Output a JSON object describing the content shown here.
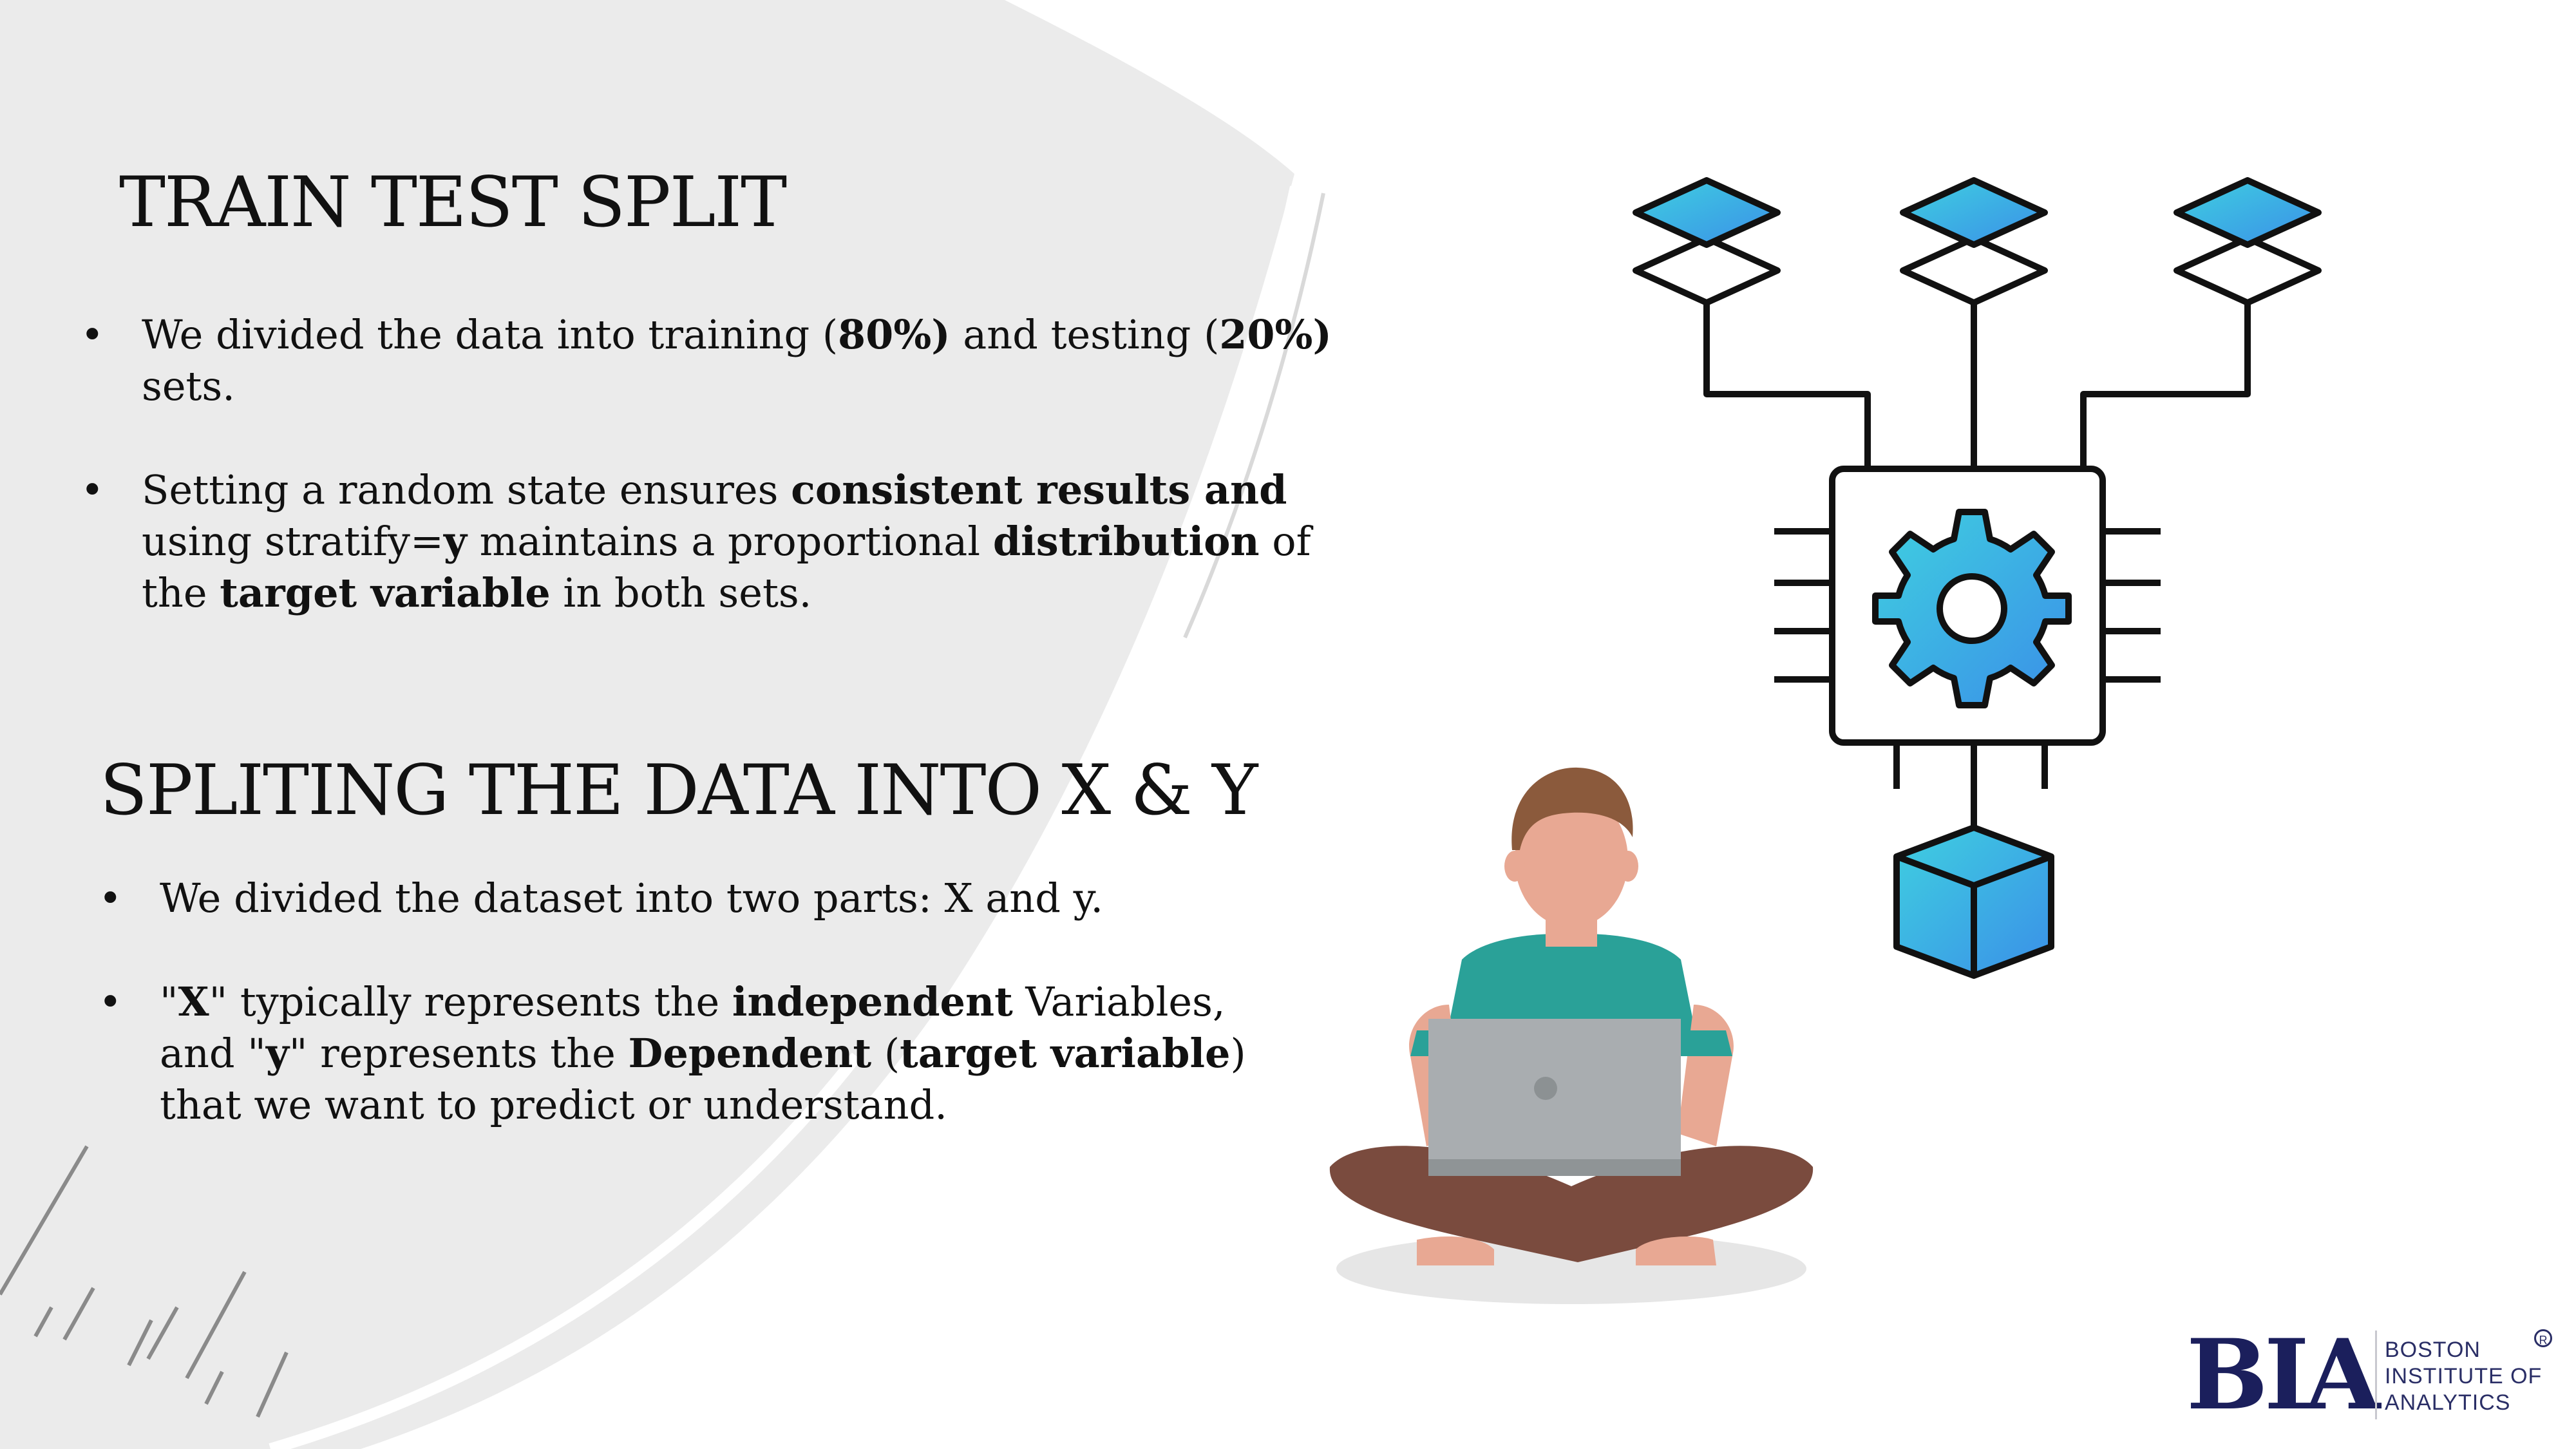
{
  "section1": {
    "title": "TRAIN TEST SPLIT",
    "bullet1": {
      "t1": "We divided the data into training (",
      "b1": "80%)",
      "t2": " and testing (",
      "b2": "20%)",
      "t3": " sets."
    },
    "bullet2": {
      "t1": "Setting a random state ensures ",
      "b1": "consistent results and",
      "t2": " using stratify=",
      "b2": "y",
      "t3": " maintains a proportional ",
      "b3": "distribution",
      "t4": " of the ",
      "b4": "target variable",
      "t5": " in both sets."
    }
  },
  "section2": {
    "title": "SPLITING THE DATA INTO X & Y",
    "bullet1": {
      "t1": "We divided the dataset into two parts: X and y."
    },
    "bullet2": {
      "t1": "\"",
      "b1": "X",
      "t2": "\" typically represents the ",
      "b2": "independent",
      "t3": " Variables, and \"",
      "b3": "y",
      "t4": "\" represents the ",
      "b4": "Dependent",
      "t5": " (",
      "b5": "target variable",
      "t6": ") that we want to predict or understand."
    }
  },
  "bullet_glyph": "•",
  "logo": {
    "mark": "BIA",
    "line1": "BOSTON",
    "line2": "INSTITUTE OF",
    "line3": "ANALYTICS",
    "registered": "R"
  },
  "colors": {
    "background_shape": "#ebebeb",
    "text": "#111111",
    "logo": "#1b1f5c",
    "icon_blue": "#3db8e6",
    "shirt": "#2aa198",
    "laptop": "#a9adb0",
    "pants": "#7a4b3e",
    "skin": "#e8a893",
    "hair": "#8b5a3c"
  },
  "icons": [
    "network-gear-chip-icon",
    "person-with-laptop-illustration",
    "cube-icon",
    "diamond-layers-icon"
  ]
}
